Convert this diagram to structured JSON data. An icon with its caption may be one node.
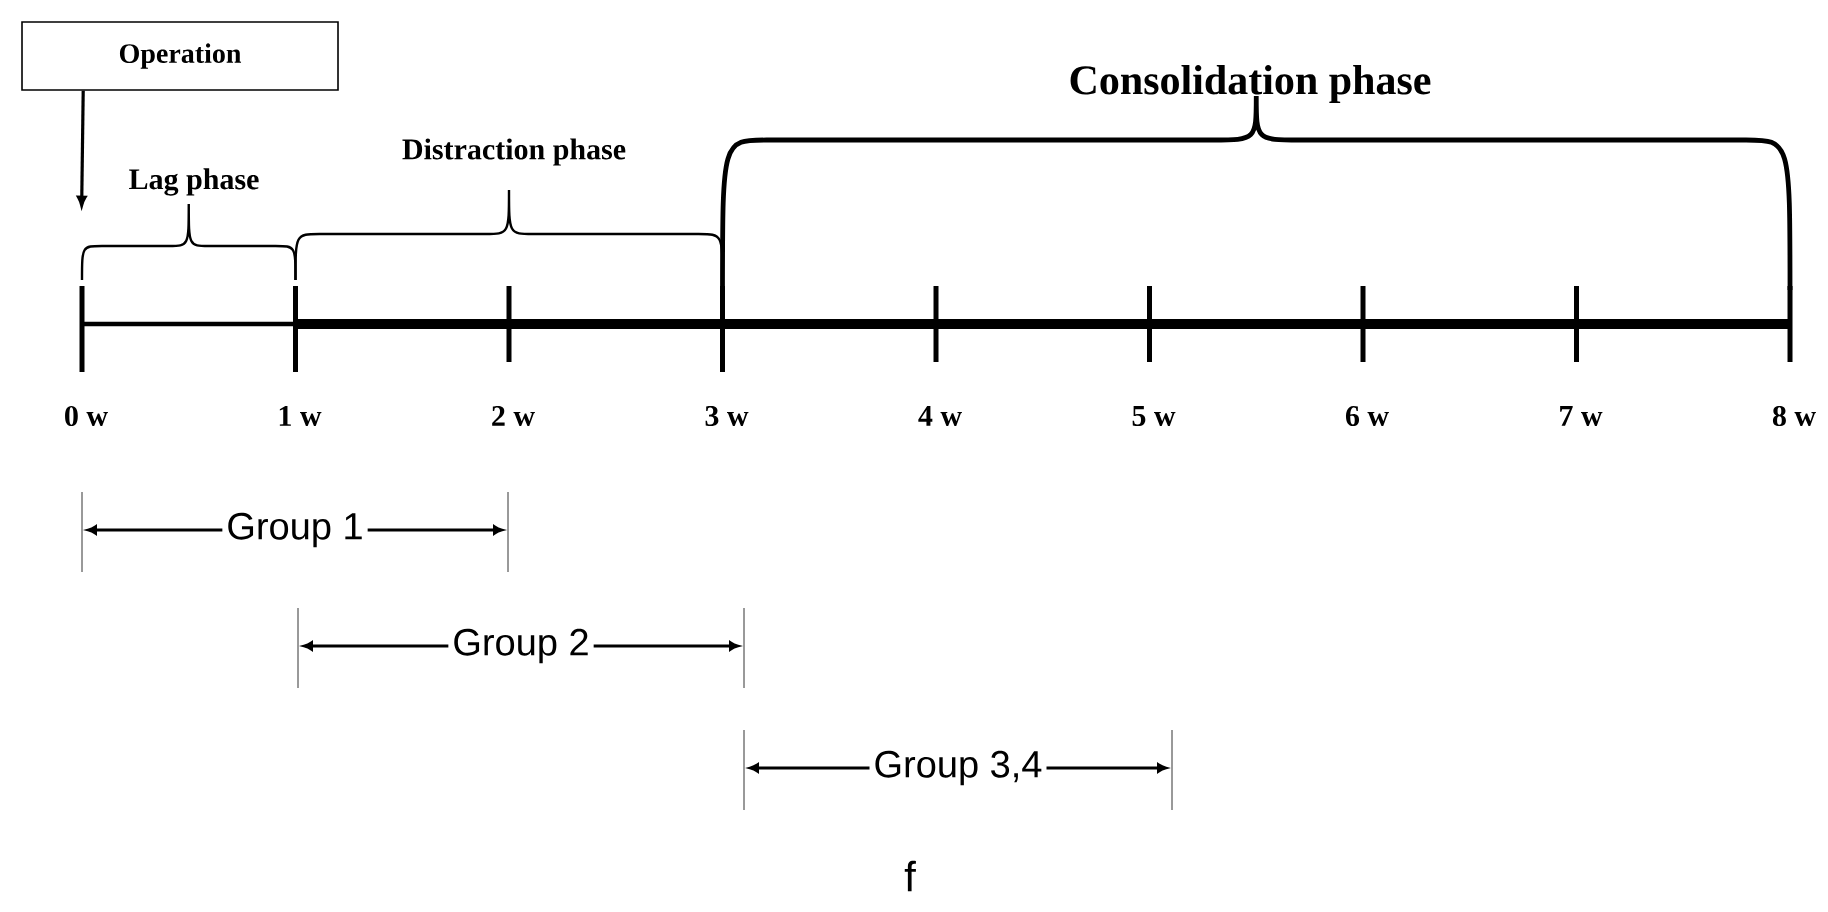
{
  "diagram": {
    "caption": "f",
    "nodes": [
      {
        "text": [
          "Operation"
        ]
      },
      {
        "text": [],
        "shape": "brace"
      }
    ],
    "edges": [
      {
        "from": 0,
        "to": 1,
        "arrow": "to"
      }
    ],
    "labels": [
      "Lag phase",
      "Distraction phase",
      "Consolidation phase",
      "0 w",
      "1 w",
      "2 w",
      "3 w",
      "4 w",
      "5 w",
      "6 w",
      "7 w",
      "8 w",
      "Group 1",
      "Group 2",
      "Group 3,4"
    ]
  }
}
